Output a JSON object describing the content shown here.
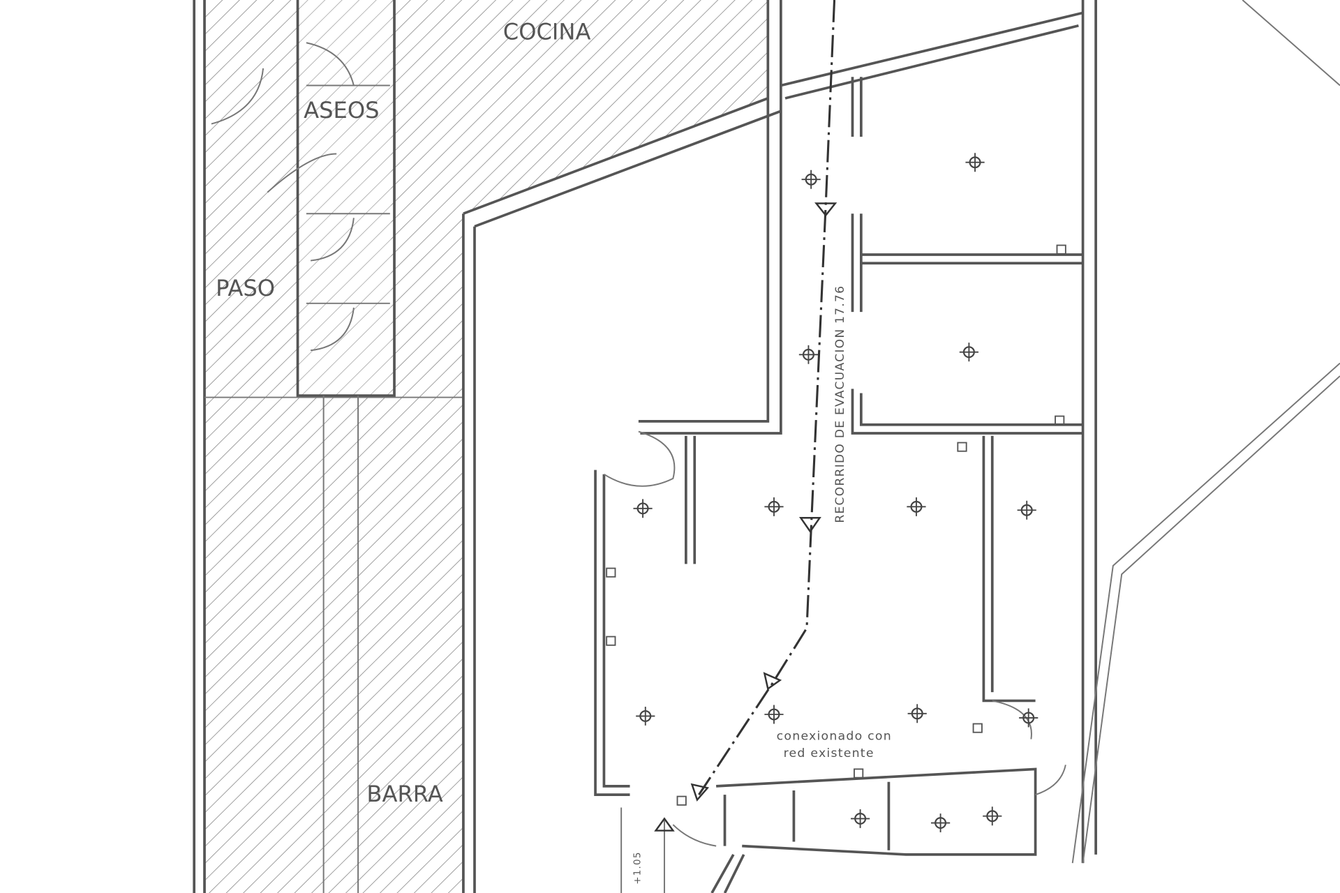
{
  "plan": {
    "rooms": {
      "cocina": "COCINA",
      "aseos": "ASEOS",
      "paso": "PASO",
      "barra": "BARRA"
    },
    "evacuation_label": "RECORRIDO DE EVACUACION 17.76",
    "connection_note_line1": "conexionado con",
    "connection_note_line2": "red existente",
    "level_mark": "+1.05",
    "icons": [
      "light-fixture-icon",
      "emergency-light-icon",
      "exit-arrow-icon",
      "switch-icon",
      "socket-icon"
    ],
    "colors": {
      "lines": "#555555",
      "hatch": "#777777",
      "background": "#ffffff"
    }
  }
}
